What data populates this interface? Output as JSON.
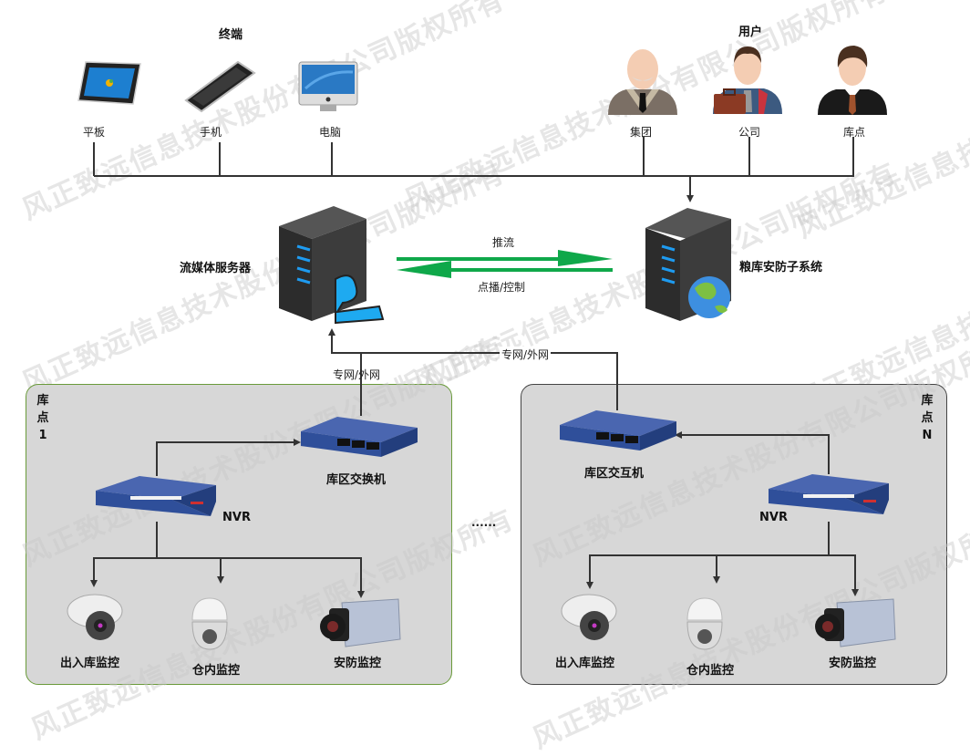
{
  "watermark": "风正致远信息技术股份有限公司版权所有",
  "terminals": {
    "title": "终端",
    "items": [
      {
        "label": "平板",
        "icon": "tablet-icon"
      },
      {
        "label": "手机",
        "icon": "smartphone-icon"
      },
      {
        "label": "电脑",
        "icon": "desktop-computer-icon"
      }
    ]
  },
  "users": {
    "title": "用户",
    "items": [
      {
        "label": "集团",
        "icon": "elderly-man-avatar-icon"
      },
      {
        "label": "公司",
        "icon": "businessman-briefcase-icon"
      },
      {
        "label": "库点",
        "icon": "young-man-avatar-icon"
      }
    ]
  },
  "servers": {
    "media": {
      "label": "流媒体服务器",
      "icon": "media-server-icon"
    },
    "security": {
      "label": "粮库安防子系统",
      "icon": "web-server-globe-icon"
    }
  },
  "flows": {
    "push": "推流",
    "playback": "点播/控制",
    "network_main": "专网/外网",
    "network_site1": "专网/外网"
  },
  "colors": {
    "flow_arrow": "#0fa84a",
    "line": "#333333",
    "site_fill": "#d7d7d7",
    "site1_border": "#6a9a3a",
    "siteN_border": "#444444",
    "device_blue": "#2f4f9a"
  },
  "sites": [
    {
      "title": [
        "库",
        "点",
        "1"
      ],
      "switch_label": "库区交换机",
      "nvr_label": "NVR",
      "cameras": [
        {
          "label": "出入库监控",
          "icon": "dome-camera-icon"
        },
        {
          "label": "仓内监控",
          "icon": "ptz-camera-icon"
        },
        {
          "label": "安防监控",
          "icon": "box-camera-icon"
        }
      ]
    },
    {
      "title": [
        "库",
        "点",
        "N"
      ],
      "switch_label": "库区交互机",
      "nvr_label": "NVR",
      "cameras": [
        {
          "label": "出入库监控",
          "icon": "dome-camera-icon"
        },
        {
          "label": "仓内监控",
          "icon": "ptz-camera-icon"
        },
        {
          "label": "安防监控",
          "icon": "box-camera-icon"
        }
      ]
    }
  ],
  "ellipsis": "......"
}
